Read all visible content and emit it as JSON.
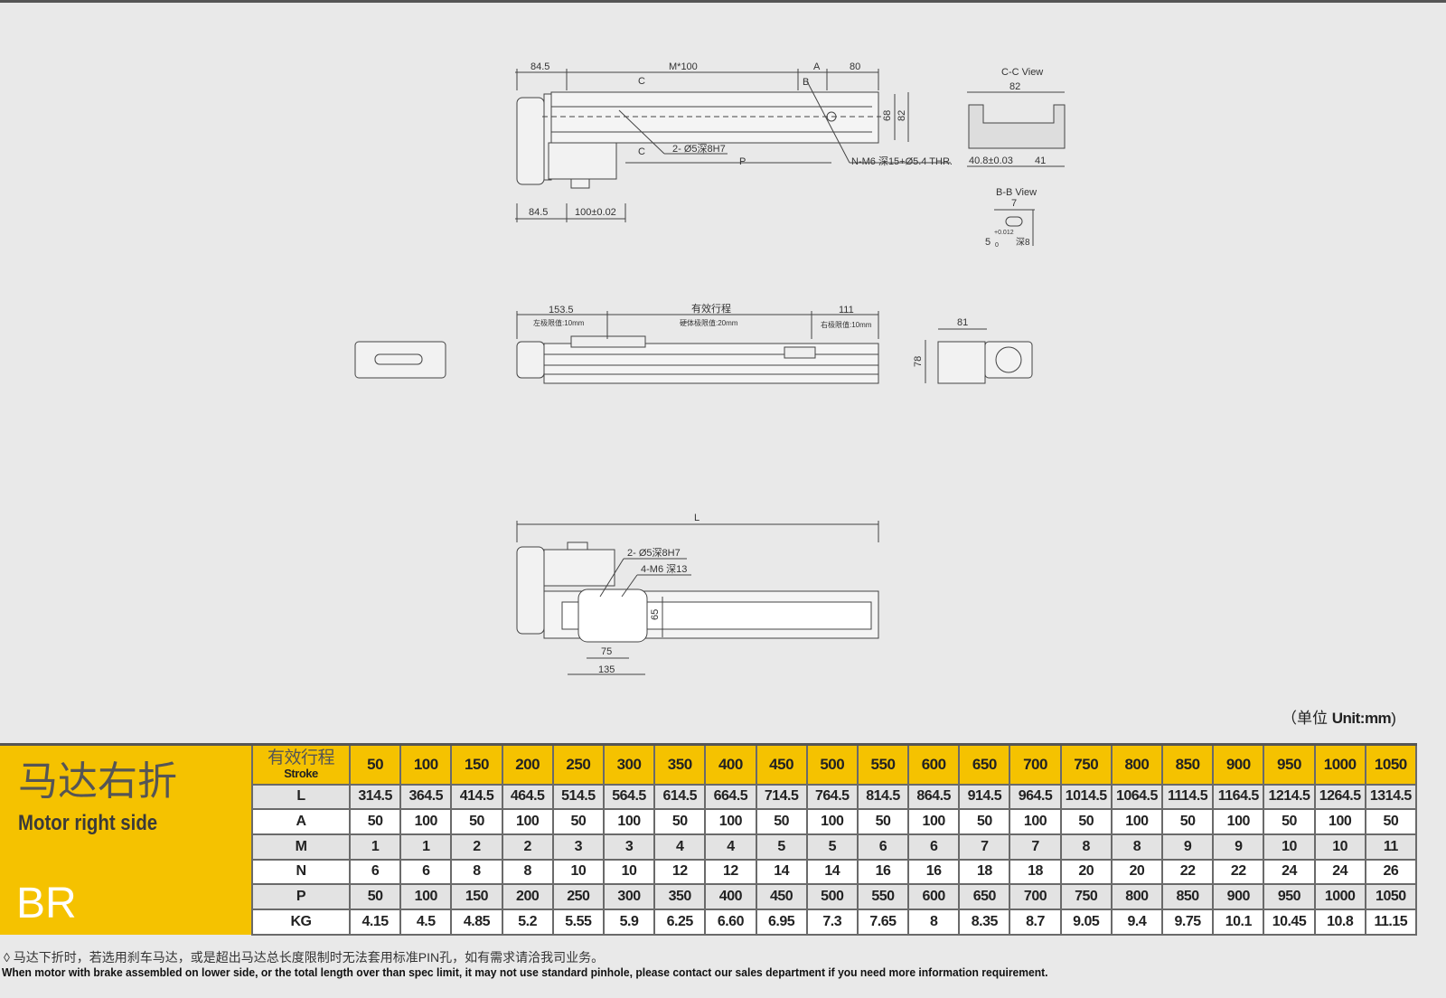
{
  "drawing": {
    "top_view": {
      "dim_left": "84.5",
      "dim_m": "M*100",
      "dim_a": "A",
      "dim_80": "80",
      "label_b": "B",
      "label_c_top": "C",
      "label_c_bottom": "C",
      "pin_hole": "2- Ø5深8H7",
      "dim_p": "P",
      "thread": "N-M6 深15+Ø5.4 THR.",
      "dim_68": "68",
      "dim_82": "82",
      "dim_bottom_left": "84.5",
      "dim_bottom_pin": "100±0.02"
    },
    "cc_view": {
      "title": "C-C View",
      "dim_width": "82",
      "dim_left": "40.8±0.03",
      "dim_right": "41"
    },
    "bb_view": {
      "title": "B-B View",
      "dim_7": "7",
      "dim_5": "5",
      "tol": "+0.012",
      "tol0": "0",
      "depth": "深8"
    },
    "side_view": {
      "dim_left": "153.5",
      "left_limit": "左极限值:10mm",
      "stroke": "有效行程",
      "hard_limit": "硬体极限值:20mm",
      "dim_right": "111",
      "right_limit": "右极限值:10mm",
      "dim_81": "81",
      "dim_78": "78"
    },
    "bottom_view": {
      "dim_l": "L",
      "pin_hole": "2- Ø5深8H7",
      "thread": "4-M6 深13",
      "dim_65": "65",
      "dim_75": "75",
      "dim_135": "135"
    }
  },
  "unit": {
    "cn": "（单位 ",
    "en": "Unit:mm",
    ")": ")"
  },
  "model": {
    "name_cn": "马达右折",
    "name_en": "Motor right side",
    "code": "BR"
  },
  "table": {
    "header_cn": "有效行程",
    "header_en": "Stroke",
    "strokes": [
      "50",
      "100",
      "150",
      "200",
      "250",
      "300",
      "350",
      "400",
      "450",
      "500",
      "550",
      "600",
      "650",
      "700",
      "750",
      "800",
      "850",
      "900",
      "950",
      "1000",
      "1050"
    ],
    "rows": [
      {
        "label": "L",
        "values": [
          "314.5",
          "364.5",
          "414.5",
          "464.5",
          "514.5",
          "564.5",
          "614.5",
          "664.5",
          "714.5",
          "764.5",
          "814.5",
          "864.5",
          "914.5",
          "964.5",
          "1014.5",
          "1064.5",
          "1114.5",
          "1164.5",
          "1214.5",
          "1264.5",
          "1314.5"
        ]
      },
      {
        "label": "A",
        "values": [
          "50",
          "100",
          "50",
          "100",
          "50",
          "100",
          "50",
          "100",
          "50",
          "100",
          "50",
          "100",
          "50",
          "100",
          "50",
          "100",
          "50",
          "100",
          "50",
          "100",
          "50"
        ]
      },
      {
        "label": "M",
        "values": [
          "1",
          "1",
          "2",
          "2",
          "3",
          "3",
          "4",
          "4",
          "5",
          "5",
          "6",
          "6",
          "7",
          "7",
          "8",
          "8",
          "9",
          "9",
          "10",
          "10",
          "11"
        ]
      },
      {
        "label": "N",
        "values": [
          "6",
          "6",
          "8",
          "8",
          "10",
          "10",
          "12",
          "12",
          "14",
          "14",
          "16",
          "16",
          "18",
          "18",
          "20",
          "20",
          "22",
          "22",
          "24",
          "24",
          "26"
        ]
      },
      {
        "label": "P",
        "values": [
          "50",
          "100",
          "150",
          "200",
          "250",
          "300",
          "350",
          "400",
          "450",
          "500",
          "550",
          "600",
          "650",
          "700",
          "750",
          "800",
          "850",
          "900",
          "950",
          "1000",
          "1050"
        ]
      },
      {
        "label": "KG",
        "values": [
          "4.15",
          "4.5",
          "4.85",
          "5.2",
          "5.55",
          "5.9",
          "6.25",
          "6.60",
          "6.95",
          "7.3",
          "7.65",
          "8",
          "8.35",
          "8.7",
          "9.05",
          "9.4",
          "9.75",
          "10.1",
          "10.45",
          "10.8",
          "11.15"
        ]
      }
    ]
  },
  "notes": {
    "cn": "◊ 马达下折时，若选用刹车马达，或是超出马达总长度限制时无法套用标准PIN孔，如有需求请洽我司业务。",
    "en": "When motor with brake assembled on lower side, or the total length over than spec limit, it may not use standard pinhole, please contact our sales department if you need more information requirement."
  },
  "colors": {
    "accent": "#f5c200",
    "background": "#e9e9e9"
  }
}
